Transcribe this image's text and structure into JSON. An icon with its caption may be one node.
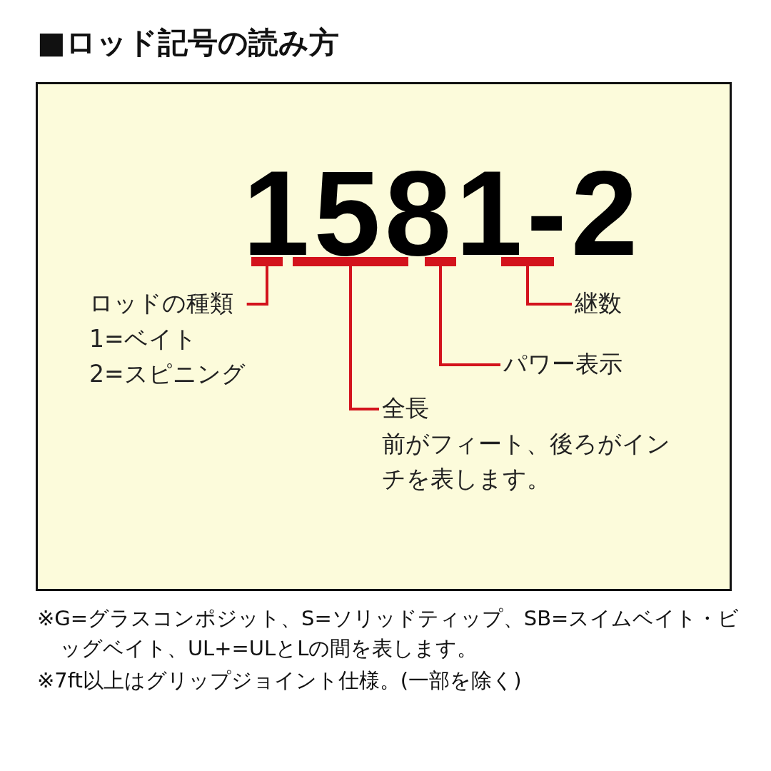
{
  "diagram": {
    "title": "■ロッド記号の読み方",
    "nodes": [
      {
        "text": [],
        "shape": "bar"
      },
      {
        "text": [],
        "shape": "bar"
      },
      {
        "text": [],
        "shape": "bar"
      },
      {
        "text": [],
        "shape": "bar"
      },
      {
        "text": [
          "ロッドの種類",
          "1=ベイト",
          "2=スピニング"
        ]
      },
      {
        "text": [
          "全長",
          "前がフィート、後ろがインチを表します。"
        ]
      },
      {
        "text": [
          "パワー表示"
        ]
      },
      {
        "text": [
          "継数"
        ]
      }
    ],
    "edges": [
      {
        "from": 4,
        "to": 0,
        "arrow": "none"
      },
      {
        "from": 5,
        "to": 1,
        "arrow": "none"
      },
      {
        "from": 6,
        "to": 2,
        "arrow": "none"
      },
      {
        "from": 7,
        "to": 3,
        "arrow": "none"
      }
    ],
    "labels": [
      "1581-2",
      "※G=グラスコンポジット、S=ソリッドティップ、SB=スイムベイト・ビッグベイト、UL+=ULとLの間を表します。",
      "※7ft以上はグリップジョイント仕様。(一部を除く)"
    ]
  }
}
